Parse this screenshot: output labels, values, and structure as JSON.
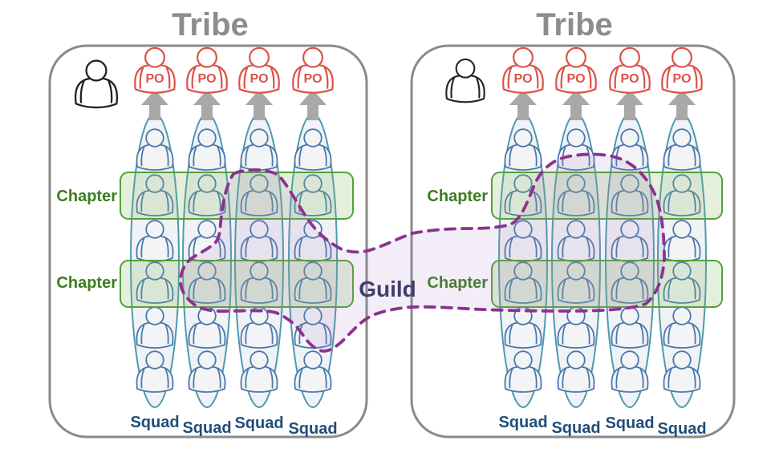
{
  "diagram": {
    "colors": {
      "background": "#ffffff",
      "tribe_border": "#8a8a8a",
      "tribe_title": "#8c8c8c",
      "po_red": "#dd5146",
      "arrow_gray": "#a8a8a8",
      "squad_stroke": "#4d9ab0",
      "squad_fill": "#f1f2f5",
      "member_blue": "#4a78ad",
      "member_fill": "#f3f4f6",
      "lead_black": "#222222",
      "chapter_fill": "rgba(130,180,95,0.22)",
      "chapter_stroke": "#55a038",
      "chapter_label_green": "#3c7d1e",
      "guild_fill": "rgba(165,125,190,0.14)",
      "guild_stroke": "#8d3190",
      "guild_label_color": "#413f6b",
      "squad_label_blue": "#1f4e79"
    },
    "guild": {
      "label": "Guild"
    },
    "tribes": [
      {
        "title": "Tribe",
        "po_label": "PO",
        "po_count": 4,
        "members_per_squad": 6,
        "chapters": [
          {
            "label": "Chapter"
          },
          {
            "label": "Chapter"
          }
        ],
        "squads": [
          {
            "label": "Squad"
          },
          {
            "label": "Squad"
          },
          {
            "label": "Squad"
          },
          {
            "label": "Squad"
          }
        ]
      },
      {
        "title": "Tribe",
        "po_label": "PO",
        "po_count": 4,
        "members_per_squad": 6,
        "chapters": [
          {
            "label": "Chapter"
          },
          {
            "label": "Chapter"
          }
        ],
        "squads": [
          {
            "label": "Squad"
          },
          {
            "label": "Squad"
          },
          {
            "label": "Squad"
          },
          {
            "label": "Squad"
          }
        ]
      }
    ]
  }
}
